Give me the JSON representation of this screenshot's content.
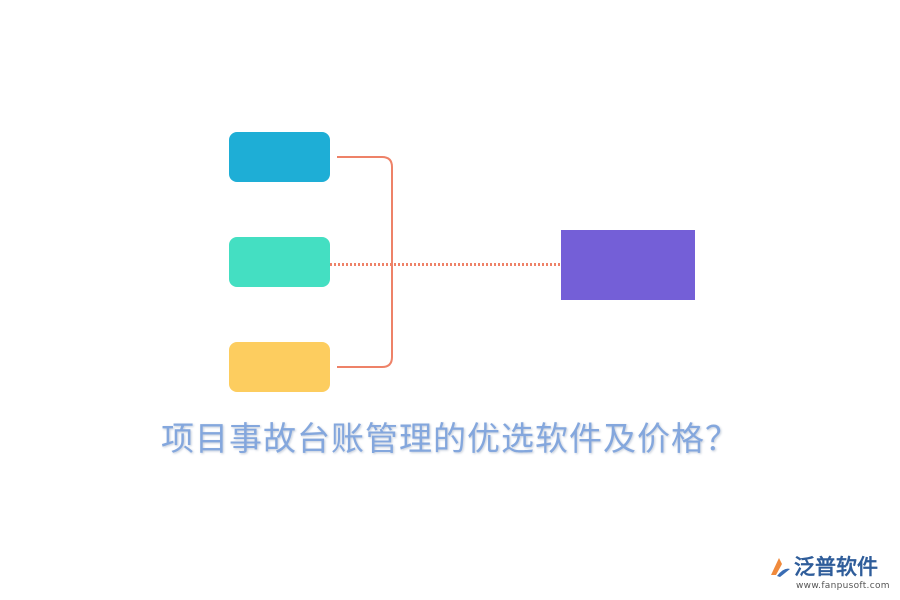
{
  "diagram": {
    "title": "项目事故台账管理的优选软件及价格？",
    "nodes": [
      {
        "id": "blue",
        "color": "#1eaed6"
      },
      {
        "id": "green",
        "color": "#44dfc2"
      },
      {
        "id": "yellow",
        "color": "#fdcd5f"
      },
      {
        "id": "purple",
        "color": "#745fd7"
      }
    ],
    "connector_color": "#ee8268",
    "title_color": "#84a7dd"
  },
  "logo": {
    "name": "泛普软件",
    "url": "www.fanpusoft.com",
    "name_color": "#2f5d9a",
    "url_color": "#555555",
    "icon_colors": [
      "#f08a3c",
      "#3a6db4"
    ]
  }
}
